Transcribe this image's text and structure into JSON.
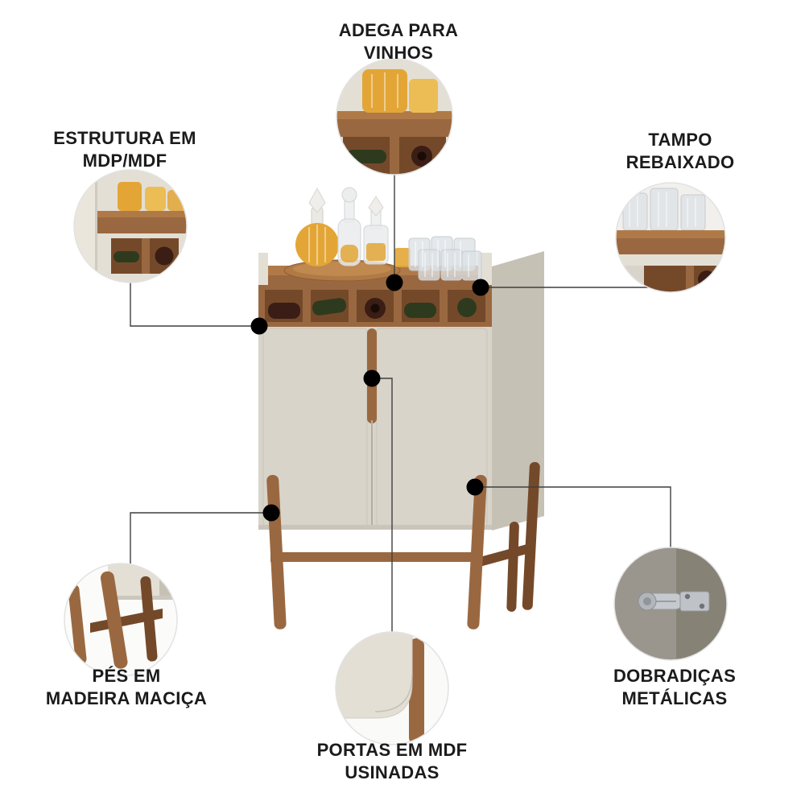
{
  "page": {
    "background": "#ffffff"
  },
  "colors": {
    "text": "#1b1b1b",
    "line": "#3f3f3f",
    "dot": "#000000",
    "wood": "#9a6840",
    "wood-dark": "#74492a",
    "wood-light": "#b07a48",
    "cream": "#d8d4ca",
    "cream-light": "#e3dfd5",
    "cream-dark": "#c6c1b5",
    "amber": "#e3a636",
    "amber-light": "#ecbd55",
    "bottle": "#3a1d14",
    "bottle-green": "#2e3a1e",
    "glass": "#dde2e5",
    "metal": "#bfc3c7"
  },
  "callouts": {
    "adega": {
      "label": "ADEGA PARA\nVINHOS"
    },
    "estrutura": {
      "label": "ESTRUTURA EM\nMDP/MDF"
    },
    "tampo": {
      "label": "TAMPO\nREBAIXADO"
    },
    "pes": {
      "label": "PÉS EM\nMADEIRA MACIÇA"
    },
    "portas": {
      "label": "PORTAS EM MDF\nUSINADAS"
    },
    "dobradicas": {
      "label": "DOBRADIÇAS\nMETÁLICAS"
    }
  }
}
